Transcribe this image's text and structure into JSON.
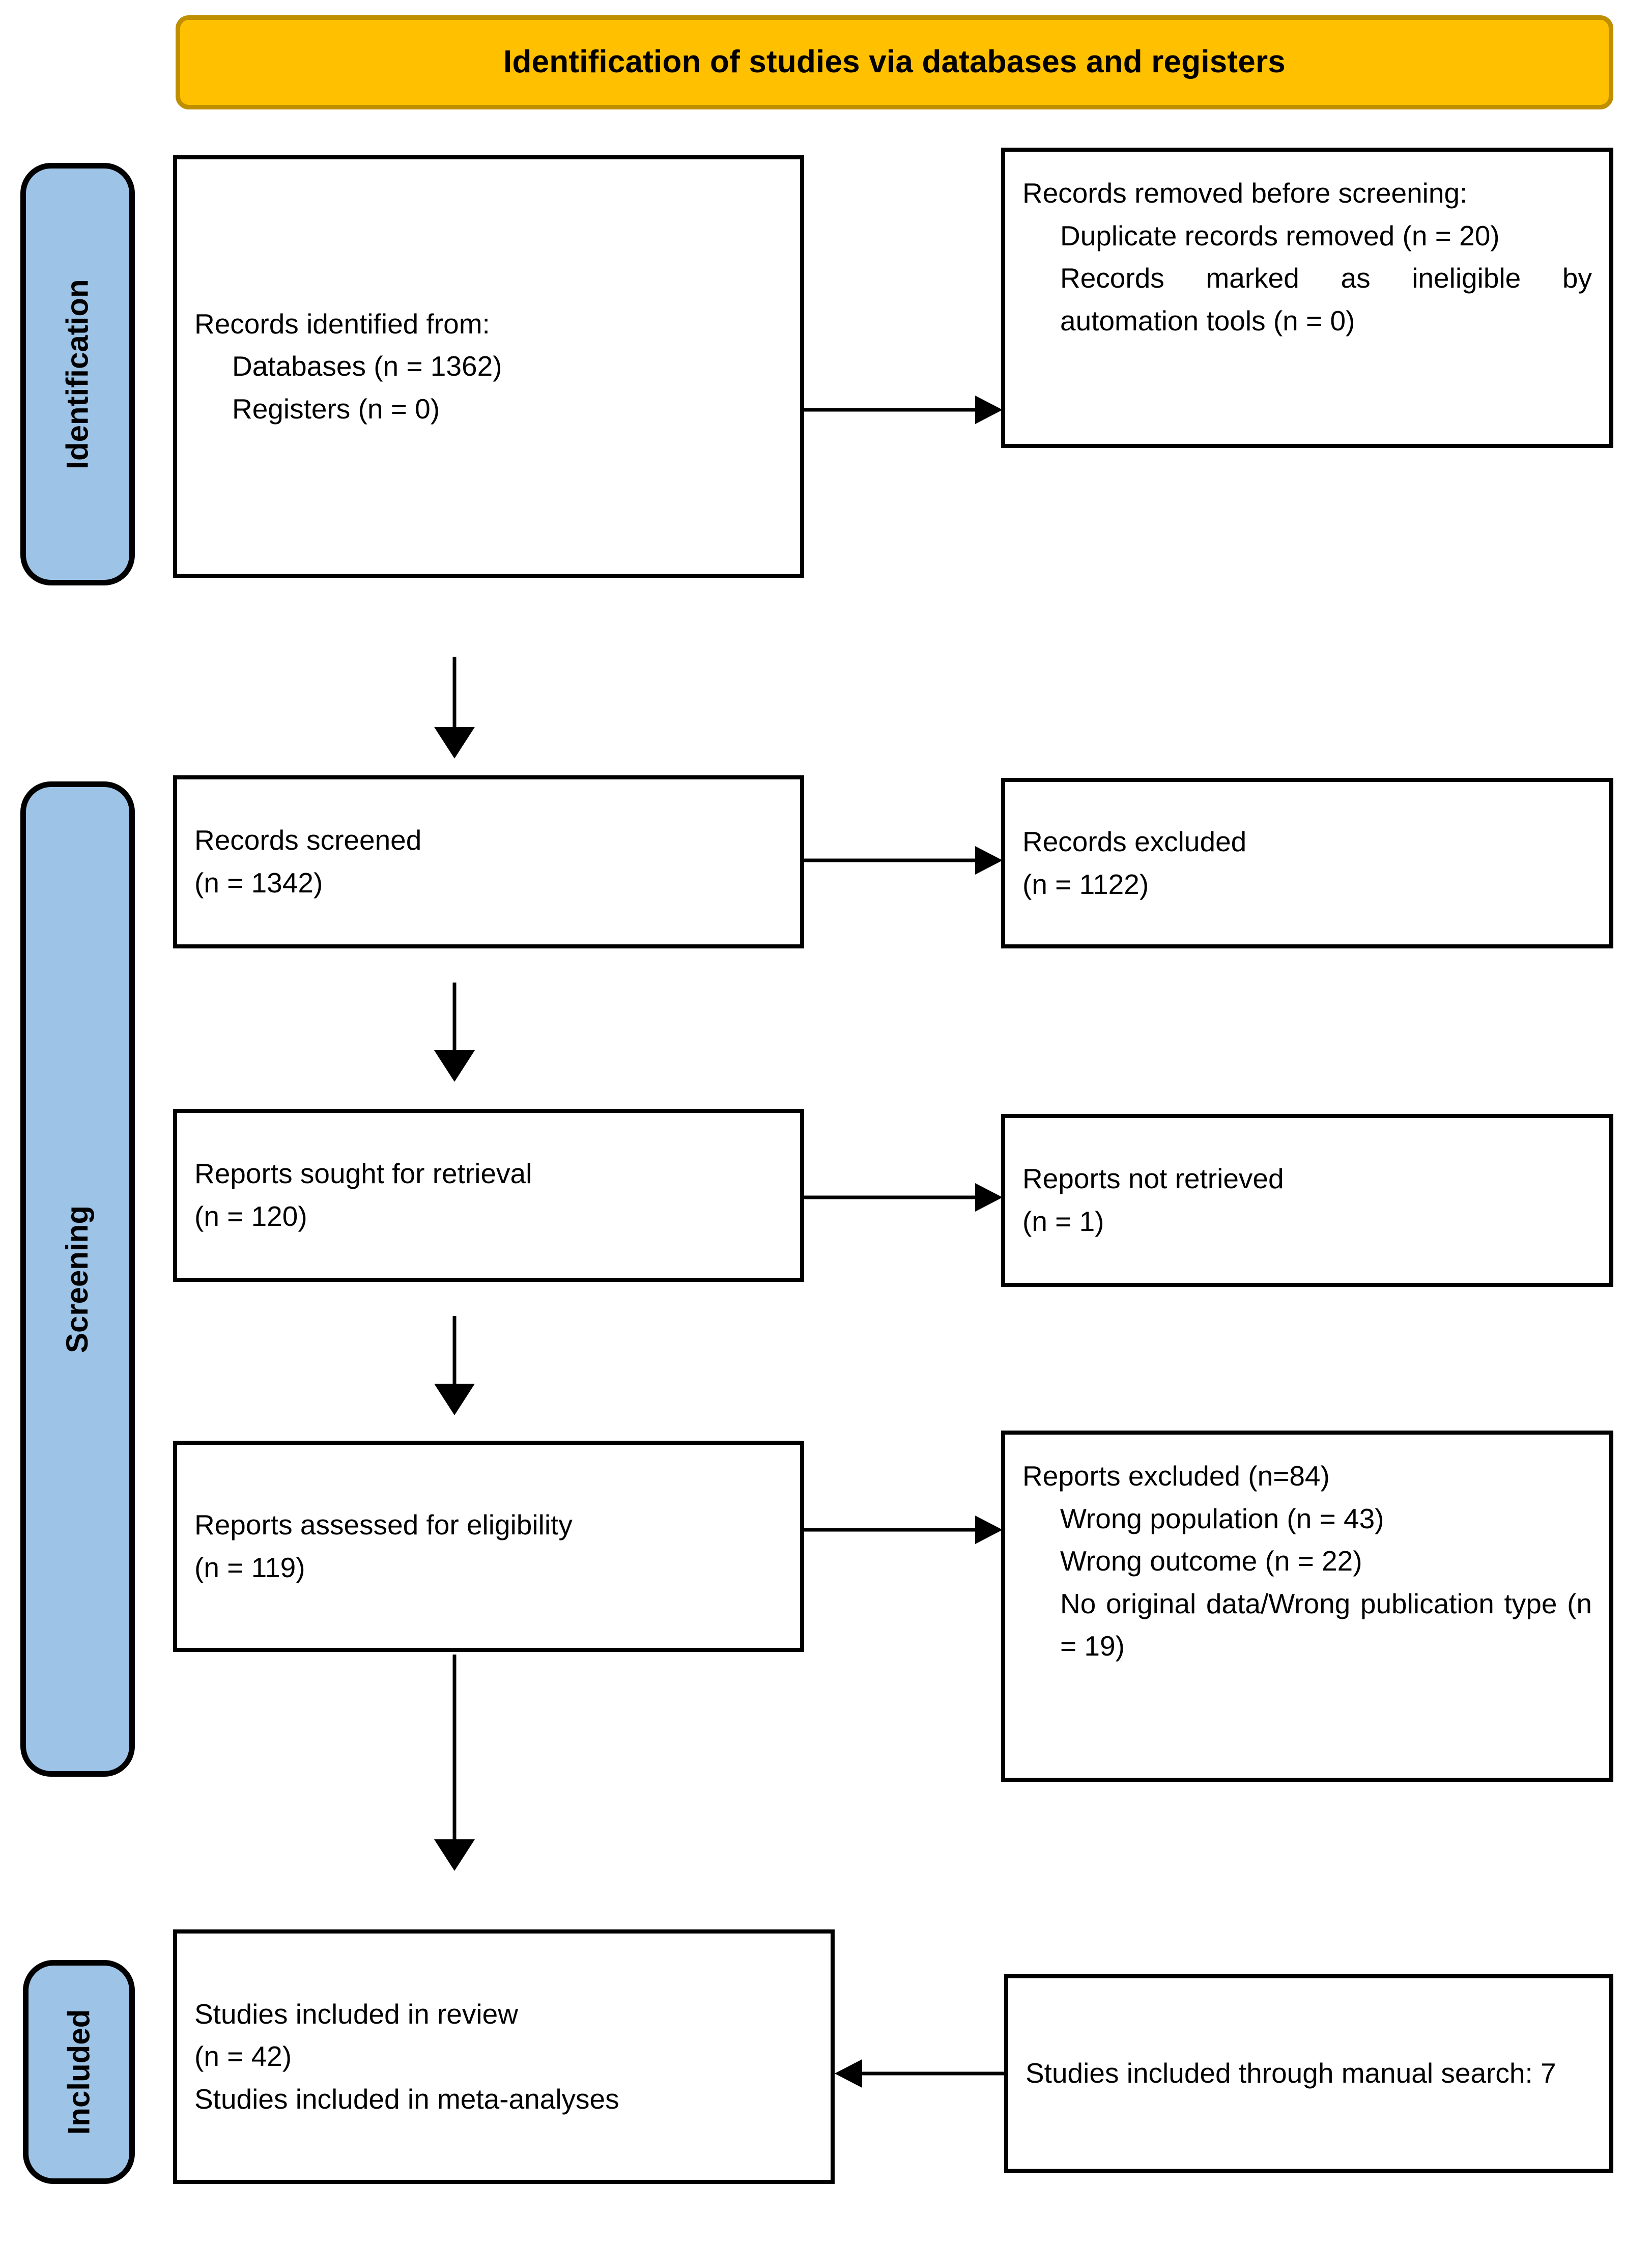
{
  "banner": {
    "title": "Identification of studies via databases and registers",
    "fill": "#FFC000",
    "border": "#BF8F00"
  },
  "stages": {
    "fill": "#9DC3E6",
    "border": "#000000",
    "identification": "Identification",
    "screening": "Screening",
    "included": "Included"
  },
  "boxes": {
    "identified": {
      "l1": "Records identified from:",
      "l2": "Databases (n = 1362)",
      "l3": "Registers (n = 0)"
    },
    "removed": {
      "l1": "Records removed before screening:",
      "l2": "Duplicate records removed (n = 20)",
      "l3": "Records marked as ineligible by automation tools (n = 0)"
    },
    "screened": {
      "l1": "Records screened",
      "l2": "(n = 1342)"
    },
    "excluded_records": {
      "l1": "Records excluded",
      "l2": "(n = 1122)"
    },
    "sought": {
      "l1": "Reports sought for retrieval",
      "l2": "(n = 120)"
    },
    "not_retrieved": {
      "l1": "Reports not retrieved",
      "l2": "(n = 1)"
    },
    "assessed": {
      "l1": "Reports assessed for eligibility",
      "l2": "(n = 119)"
    },
    "excluded_reports": {
      "l1": "Reports excluded (n=84)",
      "l2": "Wrong population (n = 43)",
      "l3": "Wrong outcome (n = 22)",
      "l4": "No original data/Wrong publication type (n = 19)"
    },
    "included_review": {
      "l1": "Studies included in review",
      "l2": "(n = 42)",
      "l3": "Studies included in meta-analyses"
    },
    "manual_search": {
      "l1": "Studies included through manual search: 7"
    }
  },
  "arrows": {
    "identified_to_removed": "arrow-right",
    "identified_to_screened": "arrow-down",
    "screened_to_excluded": "arrow-right",
    "screened_to_sought": "arrow-down",
    "sought_to_not_retrieved": "arrow-right",
    "sought_to_assessed": "arrow-down",
    "assessed_to_excluded_reports": "arrow-right",
    "assessed_to_included": "arrow-down",
    "manual_to_included": "arrow-left"
  }
}
